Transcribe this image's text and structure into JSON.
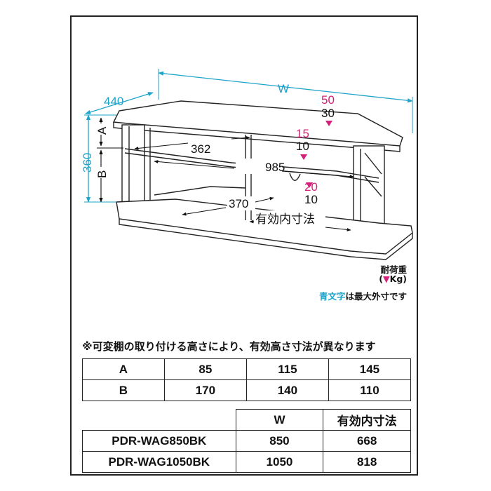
{
  "colors": {
    "cyan": "#1fa3c9",
    "pink": "#d6217a",
    "line": "#222222"
  },
  "diagram": {
    "width_label": "W",
    "depth_label": "440",
    "height_label": "360",
    "a_label": "A",
    "b_label": "B",
    "inner_depth_label": "362",
    "inner_width_label": "985",
    "bottom_depth_label": "370",
    "effective_label": "有効内寸法",
    "load_top_max": "50",
    "load_top": "30",
    "load_mid_max": "15",
    "load_mid": "10",
    "load_low_max": "20",
    "load_low": "10"
  },
  "legend": {
    "line1": "耐荷重",
    "line2_open": "(",
    "line2_mark": "▼",
    "line2_unit": "Kg)",
    "line3_blue": "青文字",
    "line3_rest": "は最大外寸です"
  },
  "note": "※可変棚の取り付ける高さにより、有効高さ寸法が異なります",
  "table_ab": [
    [
      "A",
      "85",
      "115",
      "145"
    ],
    [
      "B",
      "170",
      "140",
      "110"
    ]
  ],
  "table_models": {
    "header": [
      "W",
      "有効内寸法"
    ],
    "rows": [
      [
        "PDR-WAG850BK",
        "850",
        "668"
      ],
      [
        "PDR-WAG1050BK",
        "1050",
        "818"
      ]
    ]
  }
}
